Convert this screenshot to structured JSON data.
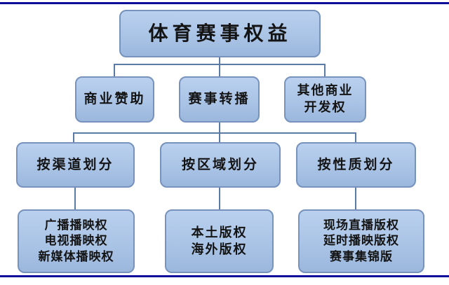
{
  "diagram": {
    "title": "体育赛事权益",
    "root": {
      "label": "体育赛事权益"
    },
    "level2": {
      "sponsorship": {
        "label": "商业赞助"
      },
      "broadcast": {
        "label": "赛事转播"
      },
      "other": {
        "lines": [
          "其他商业",
          "开发权"
        ]
      }
    },
    "level3": {
      "by_channel": {
        "label": "按渠道划分"
      },
      "by_region": {
        "label": "按区域划分"
      },
      "by_nature": {
        "label": "按性质划分"
      }
    },
    "level4": {
      "channel": {
        "lines": [
          "广播播映权",
          "电视播映权",
          "新媒体播映权"
        ]
      },
      "region": {
        "lines": [
          "本土版权",
          "海外版权"
        ]
      },
      "nature": {
        "lines": [
          "现场直播版权",
          "延时播映版权",
          "赛事集锦版"
        ]
      }
    }
  },
  "colors": {
    "box_fill_top": "#bad0ee",
    "box_fill_bottom": "#9bb7dc",
    "box_border": "#7692bd",
    "connector": "#5a7ba6",
    "rule": "#0c0c9a",
    "text": "#141414",
    "background": "#ffffff"
  }
}
